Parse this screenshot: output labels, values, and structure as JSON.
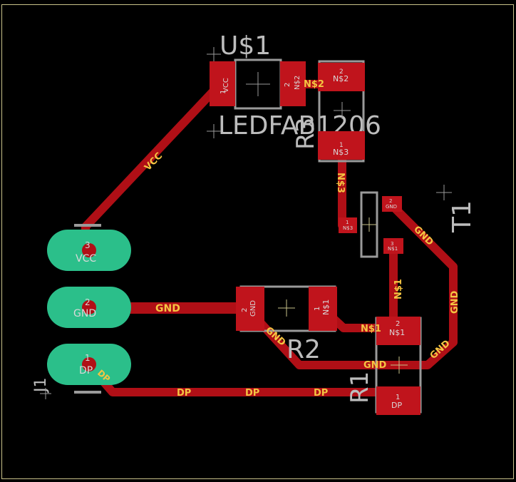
{
  "colors": {
    "background": "#000000",
    "board_outline": "#c9c28a",
    "copper_top": "#b00f16",
    "smd_pad": "#c0141c",
    "tht_pad": "#2bbf8a",
    "silkscreen": "#9a9a9a",
    "net_label": "#f5c542",
    "pad_text": "#d9d9d9"
  },
  "components": {
    "u1": {
      "name": "U$1",
      "value": "LEDFAB1206",
      "pad1_num": "1",
      "pad1_net": "VCC",
      "pad2_num": "2",
      "pad2_net": "N$2"
    },
    "r3": {
      "name": "R3",
      "pad1_num": "1",
      "pad1_net": "N$3",
      "pad2_num": "2",
      "pad2_net": "N$2"
    },
    "t1": {
      "name": "T1",
      "pad1_num": "1",
      "pad1_net": "N$3",
      "pad2_num": "2",
      "pad2_net": "GND",
      "pad3_num": "3",
      "pad3_net": "N$1"
    },
    "r2": {
      "name": "R2",
      "pad1_num": "1",
      "pad1_net": "N$1",
      "pad2_num": "2",
      "pad2_net": "GND"
    },
    "r1": {
      "name": "R1",
      "pad1_num": "1",
      "pad1_net": "DP",
      "pad2_num": "2",
      "pad2_net": "N$1"
    },
    "j1": {
      "name": "J1",
      "pad1_num": "1",
      "pad1_net": "DP",
      "pad2_num": "2",
      "pad2_net": "GND",
      "pad3_num": "3",
      "pad3_net": "VCC"
    }
  },
  "trace_labels": {
    "n2": "N$2",
    "vcc": "VCC",
    "n3": "N$3",
    "gnd_t1_a": "GND",
    "gnd_t1_b": "GND",
    "gnd_t1_c": "GND",
    "n1_vertical": "N$1",
    "gnd_j1": "GND",
    "gnd_r2": "GND",
    "n1_r1": "N$1",
    "gnd_bottom": "GND",
    "dp_a": "DP",
    "dp_b": "DP",
    "dp_c": "DP",
    "dp_j1": "DP"
  }
}
